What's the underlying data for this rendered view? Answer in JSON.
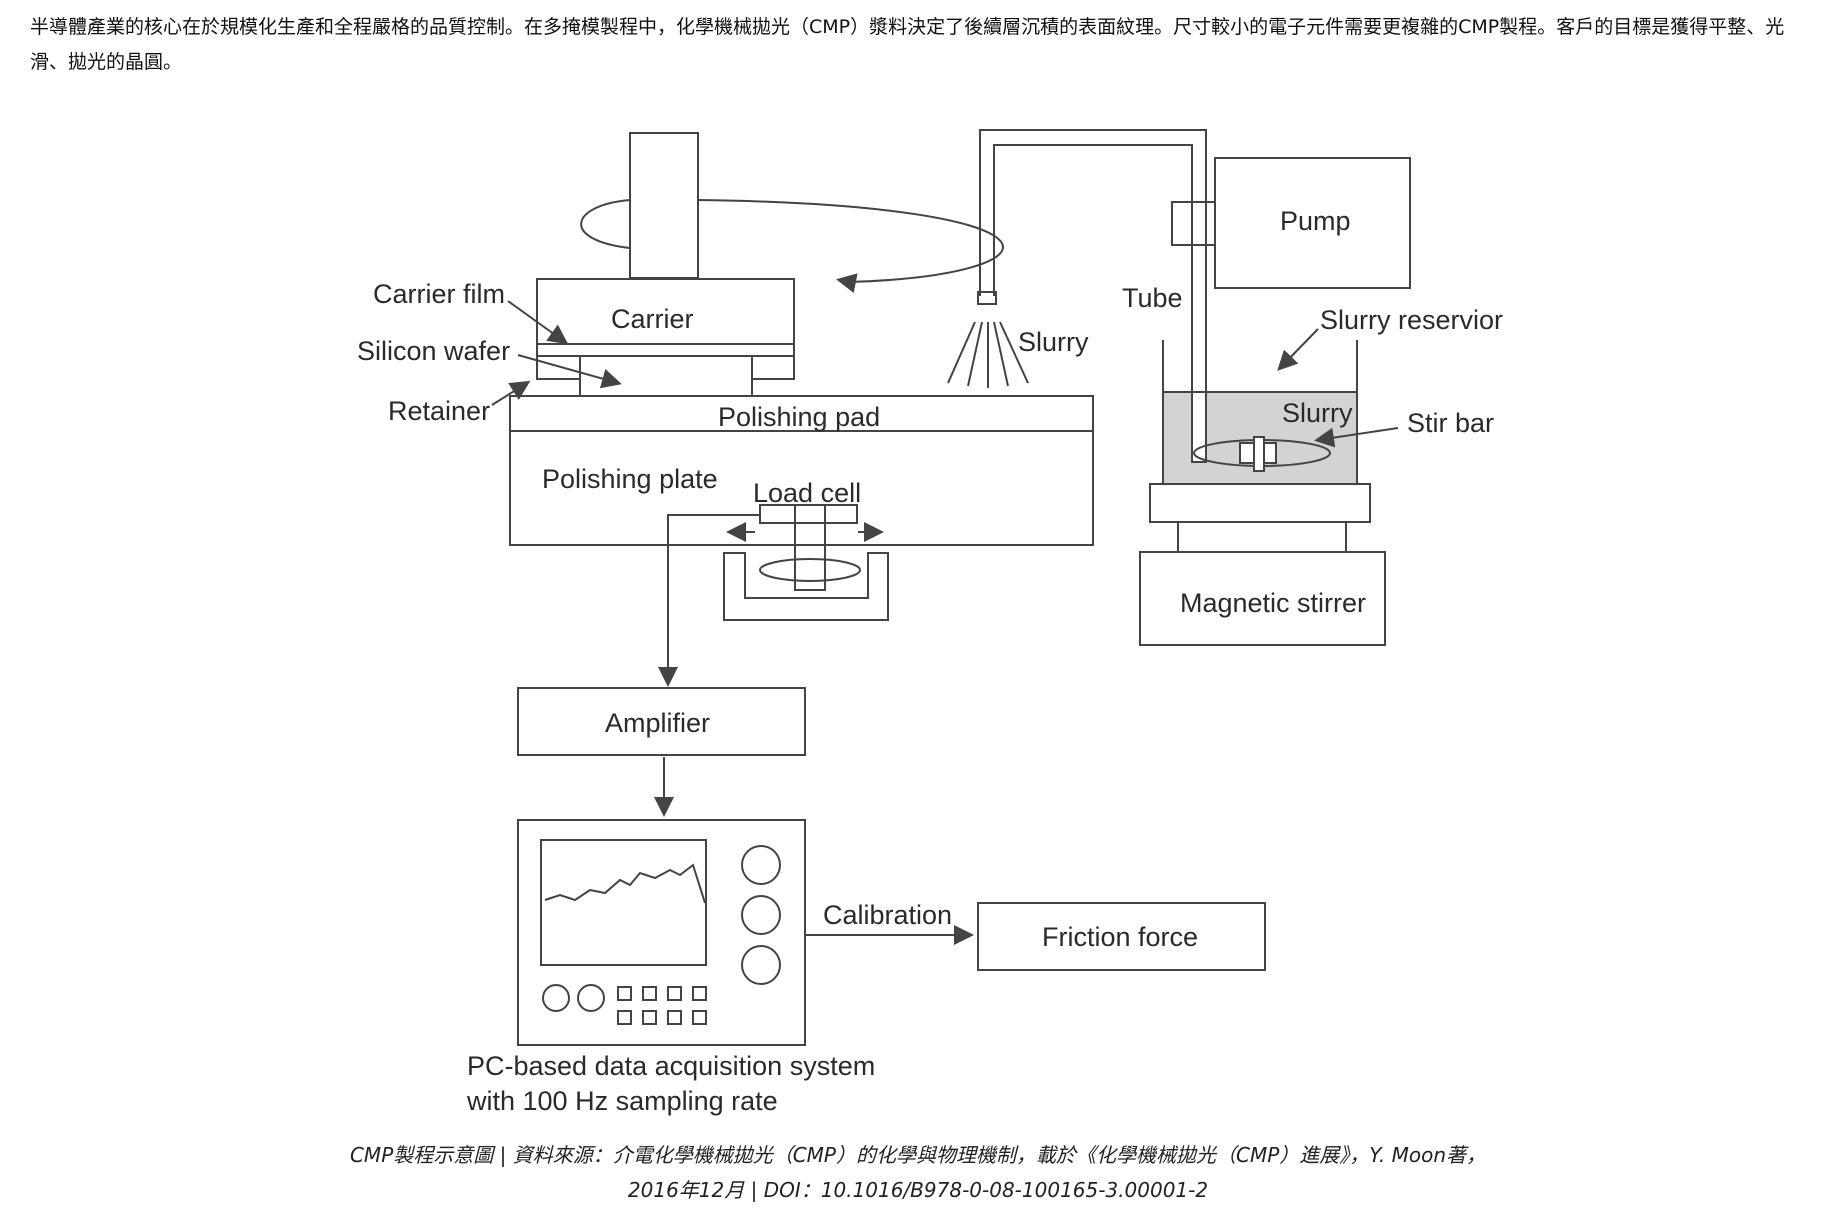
{
  "article": {
    "intro_paragraph": "半導體產業的核心在於規模化生產和全程嚴格的品質控制。在多掩模製程中，化學機械拋光（CMP）漿料決定了後續層沉積的表面紋理。尺寸較小的電子元件需要更複雜的CMP製程。客戶的目標是獲得平整、光滑、拋光的晶圓。"
  },
  "figure": {
    "labels": {
      "carrier_film": "Carrier film",
      "carrier": "Carrier",
      "silicon_wafer": "Silicon wafer",
      "retainer": "Retainer",
      "polishing_pad": "Polishing pad",
      "polishing_plate": "Polishing plate",
      "load_cell": "Load cell",
      "slurry_spray": "Slurry",
      "pump": "Pump",
      "tube": "Tube",
      "slurry_reservoir": "Slurry reservior",
      "slurry_in_tank": "Slurry",
      "stir_bar": "Stir bar",
      "magnetic_stirrer": "Magnetic stirrer",
      "amplifier": "Amplifier",
      "calibration": "Calibration",
      "friction_force": "Friction force",
      "daq_line1": "PC-based data acquisition system",
      "daq_line2": "with 100 Hz sampling rate"
    },
    "caption_line1": "CMP製程示意圖 | 資料來源：介電化學機械拋光（CMP）的化學與物理機制，載於《化學機械拋光（CMP）進展》，Y. Moon著，",
    "caption_line2": "2016年12月 | DOI：10.1016/B978-0-08-100165-3.00001-2"
  },
  "colors": {
    "stroke": "#444444",
    "slurry_fill": "#d3d3d3",
    "text": "#2a2a2a"
  }
}
